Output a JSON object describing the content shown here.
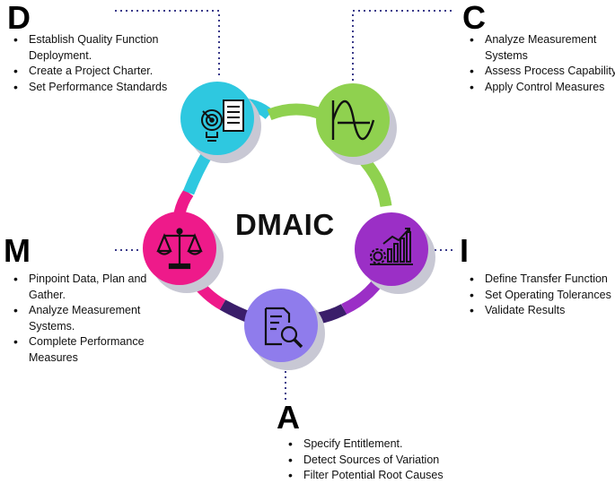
{
  "title": "DMAIC",
  "phases": {
    "define": {
      "letter": "D",
      "color": "#2ec8e0",
      "icon": "target-lightbulb-document-icon",
      "items": [
        "Establish Quality Function Deployment.",
        "Create a Project Charter.",
        "Set Performance Standards"
      ]
    },
    "measure": {
      "letter": "M",
      "color": "#ee1a8a",
      "icon": "balance-scale-icon",
      "items": [
        "Pinpoint Data, Plan and Gather.",
        "Analyze Measurement Systems.",
        "Complete Performance Measures"
      ]
    },
    "analyze": {
      "letter": "A",
      "color": "#8f7cec",
      "icon": "document-magnifier-icon",
      "items": [
        "Specify Entitlement.",
        "Detect Sources of Variation",
        "Filter Potential Root Causes"
      ]
    },
    "improve": {
      "letter": "I",
      "color": "#9b2fc6",
      "icon": "gear-bar-chart-icon",
      "items": [
        "Define Transfer Function",
        "Set Operating Tolerances",
        "Validate Results"
      ]
    },
    "control": {
      "letter": "C",
      "color": "#8fd14f",
      "icon": "control-curve-icon",
      "items": [
        "Analyze Measurement Systems",
        "Assess Process Capability",
        "Apply Control Measures"
      ]
    }
  },
  "connector_color": "#3a3a8a"
}
